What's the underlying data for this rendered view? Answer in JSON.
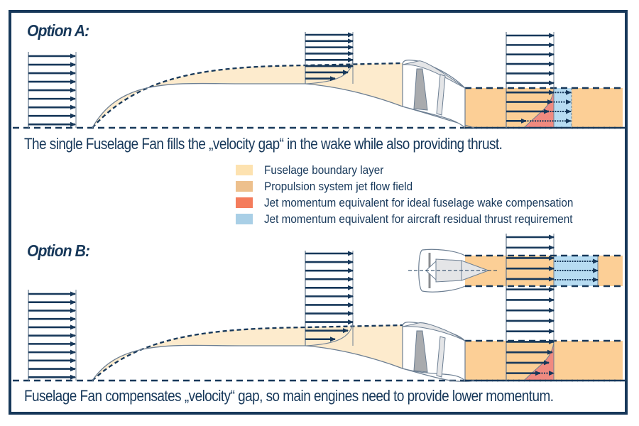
{
  "colors": {
    "frame": "#17385a",
    "arrow": "#17385a",
    "boundary_layer": "#fdebcd",
    "jet_flow": "#fccf96",
    "wake_compensation": "#f08a80",
    "residual_thrust": "#b7dcf2",
    "fan_blade_dark": "#a9abae",
    "fan_blade_light": "#e4e5e7"
  },
  "option_a": {
    "title": "Option A:",
    "caption": "The single Fuselage Fan fills the „velocity gap“ in the wake while also providing thrust."
  },
  "option_b": {
    "title": "Option B:",
    "caption": "Fuselage Fan compensates „velocity“ gap, so main engines need to provide lower momentum."
  },
  "legend": {
    "items": [
      {
        "label": "Fuselage boundary layer",
        "color": "#fde2b0"
      },
      {
        "label": "Propulsion system jet flow field",
        "color": "#edc08d"
      },
      {
        "label": "Jet momentum equivalent for ideal fuselage wake compensation",
        "color": "#f47c5c"
      },
      {
        "label": "Jet momentum equivalent for aircraft residual thrust requirement",
        "color": "#a9cfe6"
      }
    ]
  },
  "icons": {
    "velocity_profile": "velocity-profile-arrows",
    "fuselage_fan": "fuselage-fan-nacelle",
    "main_engine": "turbofan-engine"
  }
}
